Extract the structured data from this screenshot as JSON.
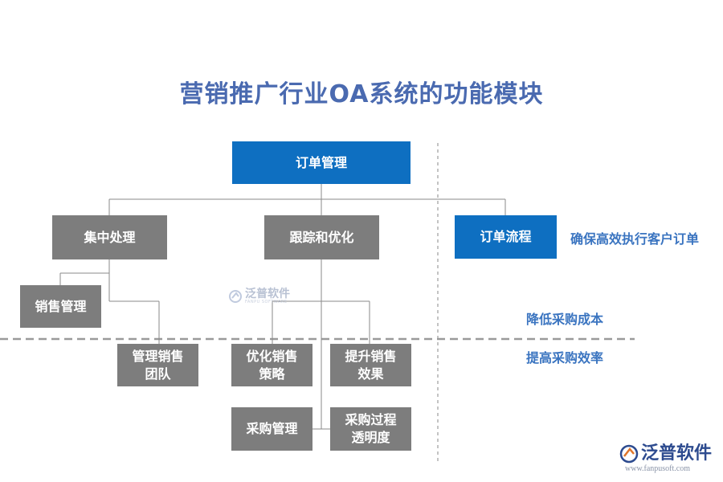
{
  "title": "营销推广行业OA系统的功能模块",
  "nodes": {
    "order_mgmt": "订单管理",
    "central_proc": "集中处理",
    "track_opt": "跟踪和优化",
    "order_flow": "订单流程",
    "sales_mgmt": "销售管理",
    "manage_team": "管理销售\n团队",
    "opt_strategy": "优化销售\n策略",
    "improve_effect": "提升销售\n效果",
    "purchase_mgmt": "采购管理",
    "purchase_transparency": "采购过程\n透明度"
  },
  "notes": {
    "ensure_orders": "确保高效执行客户订单",
    "reduce_cost": "降低采购成本",
    "improve_efficiency": "提高采购效率"
  },
  "watermark": {
    "center_brand": "泛普软件",
    "center_sub": "FANPU SOFTWARE",
    "corner_brand": "泛普软件",
    "corner_url": "www.fanpusoft.com"
  },
  "colors": {
    "title": "#4a6ab0",
    "blue_box": "#0e6fc1",
    "gray_box": "#7d7d7d",
    "note_text": "#3a74c0",
    "connector": "#8a8a8a"
  }
}
